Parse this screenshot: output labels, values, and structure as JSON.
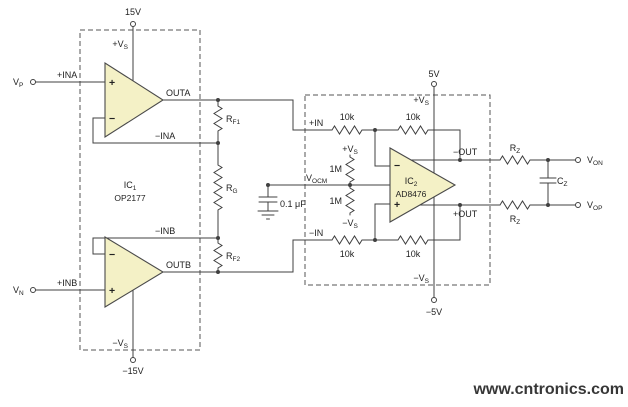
{
  "colors": {
    "wire": "#404040",
    "box": "#555555",
    "amp_fill": "#f4f1c6",
    "amp_stroke": "#4a4a4a",
    "watermark": "#93c83d",
    "background": "#ffffff"
  },
  "watermark": "www.cntronics.com",
  "signs": {
    "plus": "+",
    "minus": "−"
  },
  "ic1": {
    "designator": {
      "main": "IC",
      "sub": "1"
    },
    "part": "OP2177",
    "rail_top": "15V",
    "pin_vs_top": {
      "main": "+V",
      "sub": "S"
    },
    "rail_bottom": "−15V",
    "pin_vs_bottom": {
      "main": "−V",
      "sub": "S"
    },
    "vp": {
      "main": "V",
      "sub": "P"
    },
    "vn": {
      "main": "V",
      "sub": "N"
    },
    "in_a_p": "+INA",
    "in_a_n": "−INA",
    "out_a": "OUTA",
    "in_b_n": "−INB",
    "in_b_p": "+INB",
    "out_b": "OUTB"
  },
  "gain_network": {
    "rf1": {
      "main": "R",
      "sub": "F1"
    },
    "rg": {
      "main": "R",
      "sub": "G"
    },
    "rf2": {
      "main": "R",
      "sub": "F2"
    }
  },
  "vocm_network": {
    "vocm": {
      "main": "V",
      "sub": "OCM"
    },
    "cap": "0.1 μF",
    "r1": "1M",
    "r2": "1M",
    "rail_plus": {
      "main": "+V",
      "sub": "S"
    },
    "rail_minus": {
      "main": "−V",
      "sub": "S"
    }
  },
  "ic2": {
    "designator": {
      "main": "IC",
      "sub": "2"
    },
    "part": "AD8476",
    "rail_top": "5V",
    "pin_vs_top": {
      "main": "+V",
      "sub": "S"
    },
    "rail_bottom": "−5V",
    "pin_vs_bottom": {
      "main": "−V",
      "sub": "S"
    },
    "in_p": "+IN",
    "in_n": "−IN",
    "r_in_top": "10k",
    "r_fb_top": "10k",
    "r_in_bottom": "10k",
    "r_fb_bottom": "10k",
    "out_n": "−OUT",
    "out_p": "+OUT"
  },
  "output_stage": {
    "rz_top": {
      "main": "R",
      "sub": "Z"
    },
    "rz_bottom": {
      "main": "R",
      "sub": "Z"
    },
    "cz": {
      "main": "C",
      "sub": "Z"
    },
    "von": {
      "main": "V",
      "sub": "ON"
    },
    "vop": {
      "main": "V",
      "sub": "OP"
    }
  }
}
